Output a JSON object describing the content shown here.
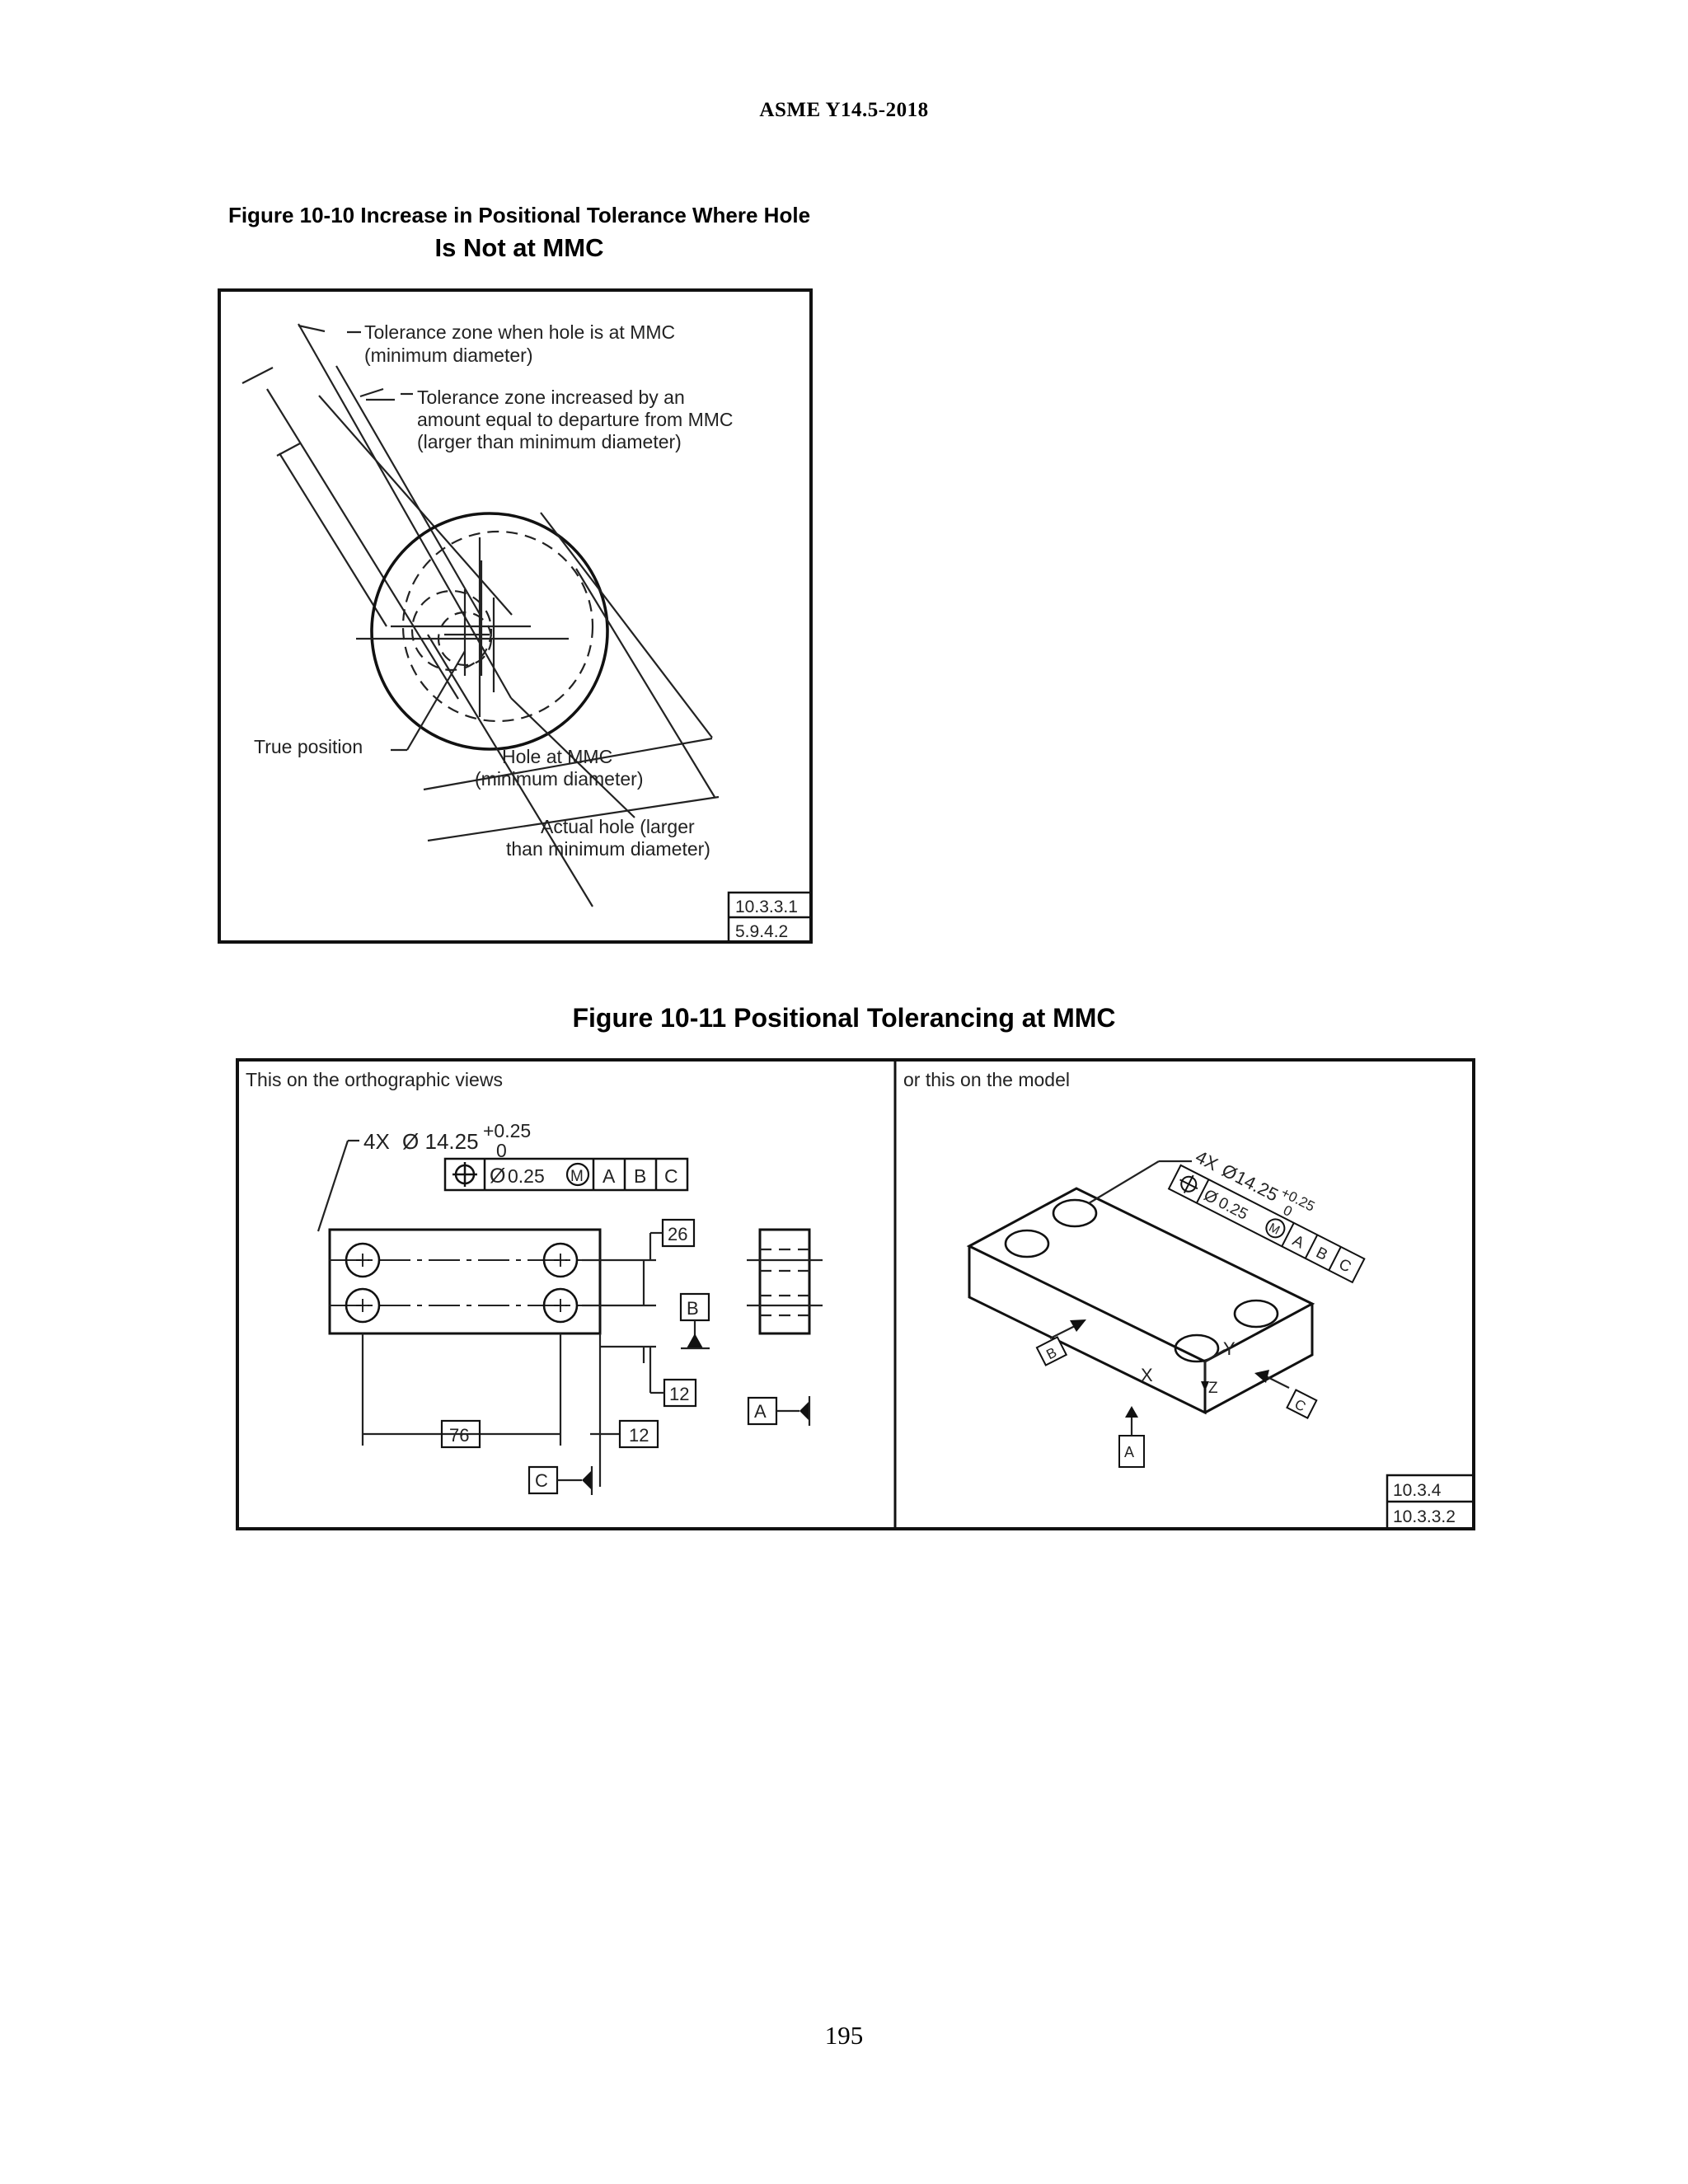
{
  "header": {
    "standard": "ASME Y14.5-2018"
  },
  "figure_10_10": {
    "caption_line1": "Figure 10-10 Increase in Positional Tolerance Where Hole",
    "caption_line2": "Is Not at MMC",
    "labels": {
      "tol_mmc_1": "Tolerance zone when hole is at MMC",
      "tol_mmc_2": "(minimum diameter)",
      "tol_inc_1": "Tolerance zone increased by an",
      "tol_inc_2": "amount equal to departure from MMC",
      "tol_inc_3": "(larger than minimum diameter)",
      "true_position": "True position",
      "hole_mmc_1": "Hole at MMC",
      "hole_mmc_2": "(minimum diameter)",
      "actual_1": "Actual hole (larger",
      "actual_2": "than minimum diameter)"
    },
    "refs": [
      "10.3.3.1",
      "5.9.4.2"
    ]
  },
  "figure_10_11": {
    "caption": "Figure 10-11 Positional Tolerancing at MMC",
    "left_title": "This on the orthographic views",
    "right_title": "or this on the model",
    "hole_callout": {
      "count": "4X",
      "diameter_symbol": "Ø",
      "size": "14.25",
      "upper": "+0.25",
      "lower": "0"
    },
    "frame": {
      "symbol": "⌖",
      "diameter_symbol": "Ø",
      "tolerance": "0.25",
      "modifier": "M",
      "datums": [
        "A",
        "B",
        "C"
      ]
    },
    "dims": {
      "d26": "26",
      "d12a": "12",
      "d76": "76",
      "d12b": "12"
    },
    "datum_features": {
      "b": "B",
      "a": "A",
      "c": "C"
    },
    "axes": {
      "x": "X",
      "y": "Y",
      "z": "Z"
    },
    "refs": [
      "10.3.4",
      "10.3.3.2"
    ]
  },
  "page_number": "195"
}
